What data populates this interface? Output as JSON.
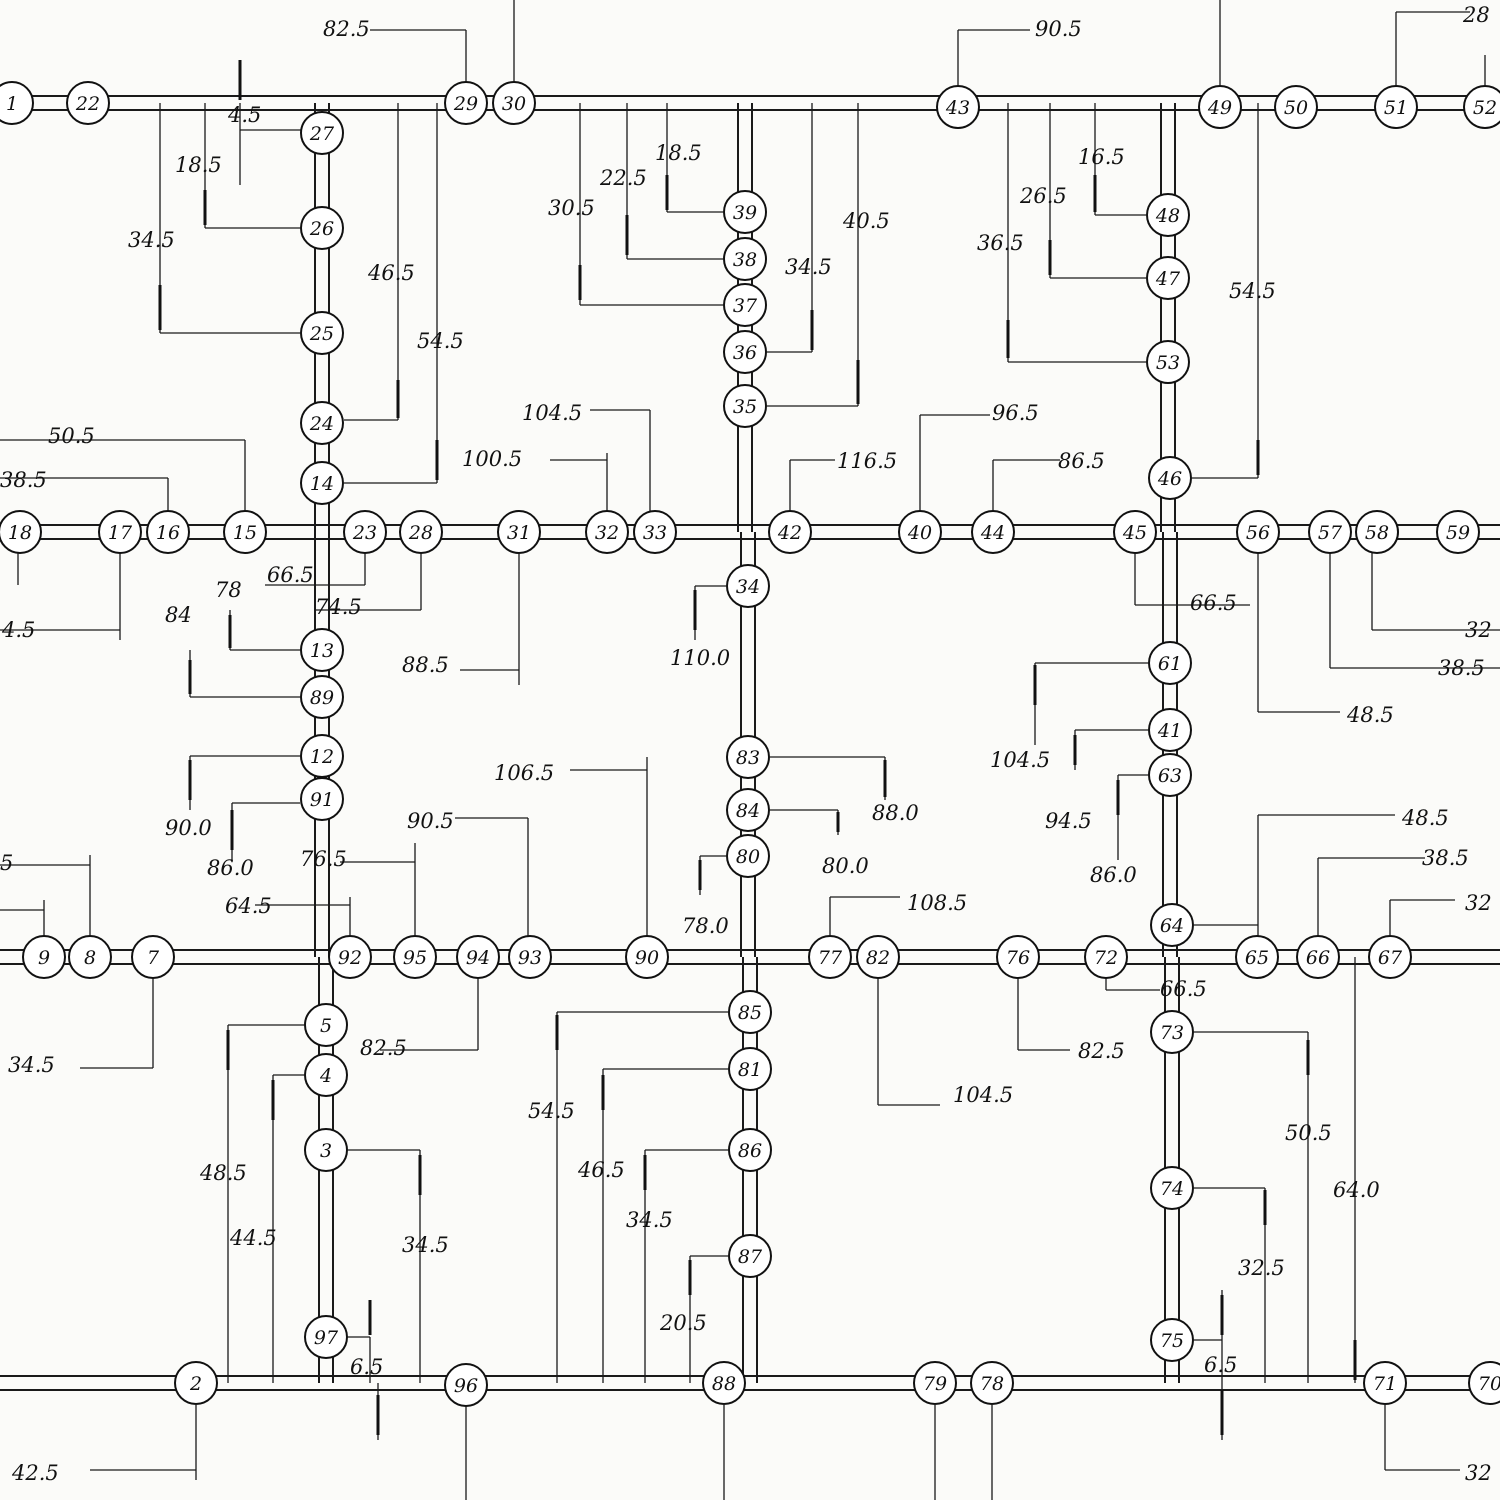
{
  "nodes": [
    "1",
    "22",
    "27",
    "26",
    "25",
    "24",
    "14",
    "29",
    "30",
    "39",
    "38",
    "37",
    "36",
    "35",
    "43",
    "49",
    "50",
    "51",
    "52",
    "48",
    "47",
    "53",
    "46",
    "18",
    "17",
    "16",
    "15",
    "23",
    "28",
    "31",
    "32",
    "33",
    "42",
    "40",
    "44",
    "45",
    "56",
    "57",
    "58",
    "59",
    "34",
    "13",
    "89",
    "12",
    "91",
    "61",
    "41",
    "63",
    "83",
    "84",
    "80",
    "64",
    "9",
    "8",
    "7",
    "92",
    "95",
    "94",
    "93",
    "90",
    "77",
    "82",
    "76",
    "72",
    "65",
    "66",
    "67",
    "5",
    "4",
    "3",
    "97",
    "85",
    "81",
    "86",
    "87",
    "73",
    "74",
    "75",
    "2",
    "96",
    "88",
    "79",
    "78",
    "71",
    "70"
  ],
  "dimensions": [
    "82.5",
    "90.5",
    "28",
    "4.5",
    "18.5",
    "34.5",
    "46.5",
    "54.5",
    "22.5",
    "18.5",
    "30.5",
    "34.5",
    "40.5",
    "16.5",
    "26.5",
    "36.5",
    "54.5",
    "104.5",
    "100.5",
    "116.5",
    "96.5",
    "86.5",
    "50.5",
    "38.5",
    "66.5",
    "78",
    "74.5",
    "4.5",
    "84",
    "88.5",
    "110.0",
    "66.5",
    "32",
    "38.5",
    "48.5",
    "104.5",
    "94.5",
    "86.0",
    "106.5",
    "90.0",
    "90.5",
    "86.0",
    "76.5",
    "64.5",
    "88.0",
    "80.0",
    "78.0",
    "108.5",
    "48.5",
    "38.5",
    "32",
    "5",
    "34.5",
    "82.5",
    "66.5",
    "82.5",
    "104.5",
    "54.5",
    "46.5",
    "34.5",
    "48.5",
    "44.5",
    "34.5",
    "6.5",
    "20.5",
    "50.5",
    "64.0",
    "32.5",
    "6.5",
    "42.5",
    "32"
  ]
}
